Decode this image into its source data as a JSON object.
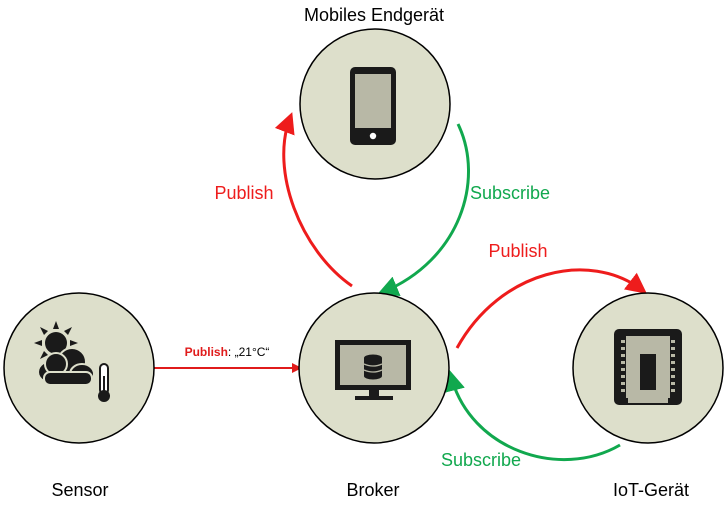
{
  "nodes": {
    "mobile": {
      "label": "Mobiles Endgerät"
    },
    "sensor": {
      "label": "Sensor"
    },
    "broker": {
      "label": "Broker"
    },
    "iot": {
      "label": "IoT-Gerät"
    }
  },
  "edges": {
    "broker_to_mobile": {
      "label": "Publish"
    },
    "mobile_to_broker": {
      "label": "Subscribe"
    },
    "broker_to_iot": {
      "label": "Publish"
    },
    "iot_to_broker": {
      "label": "Subscribe"
    },
    "sensor_to_broker": {
      "label_bold": "Publish",
      "label_rest": ": „21°C“"
    }
  },
  "colors": {
    "node_fill": "#dddfcb",
    "publish": "#ee1c1c",
    "subscribe": "#11a84e"
  }
}
